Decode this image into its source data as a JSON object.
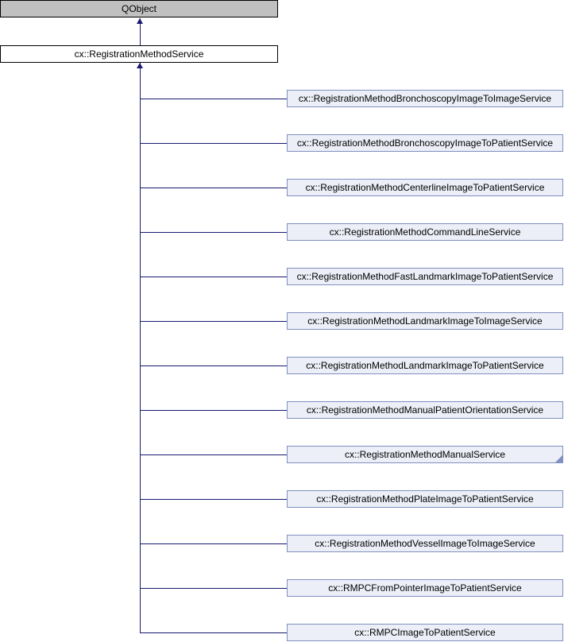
{
  "diagram": {
    "kind": "class-inheritance-diagram",
    "root": {
      "label": "QObject"
    },
    "base": {
      "label": "cx::RegistrationMethodService"
    },
    "children": [
      {
        "label": "cx::RegistrationMethodBronchoscopyImageToImageService",
        "truncated": false
      },
      {
        "label": "cx::RegistrationMethodBronchoscopyImageToPatientService",
        "truncated": false
      },
      {
        "label": "cx::RegistrationMethodCenterlineImageToPatientService",
        "truncated": false
      },
      {
        "label": "cx::RegistrationMethodCommandLineService",
        "truncated": false
      },
      {
        "label": "cx::RegistrationMethodFastLandmarkImageToPatientService",
        "truncated": false
      },
      {
        "label": "cx::RegistrationMethodLandmarkImageToImageService",
        "truncated": false
      },
      {
        "label": "cx::RegistrationMethodLandmarkImageToPatientService",
        "truncated": false
      },
      {
        "label": "cx::RegistrationMethodManualPatientOrientationService",
        "truncated": false
      },
      {
        "label": "cx::RegistrationMethodManualService",
        "truncated": true
      },
      {
        "label": "cx::RegistrationMethodPlateImageToPatientService",
        "truncated": false
      },
      {
        "label": "cx::RegistrationMethodVesselImageToImageService",
        "truncated": false
      },
      {
        "label": "cx::RMPCFromPointerImageToPatientService",
        "truncated": false
      },
      {
        "label": "cx::RMPCImageToPatientService",
        "truncated": false
      }
    ],
    "colors": {
      "root_fill": "#C0C0C0",
      "root_border": "#000000",
      "base_fill": "#FFFFFF",
      "base_border": "#000000",
      "child_fill": "#ECEFF7",
      "child_border": "#8090C0",
      "edge": "#191970",
      "text": "#000000"
    }
  }
}
